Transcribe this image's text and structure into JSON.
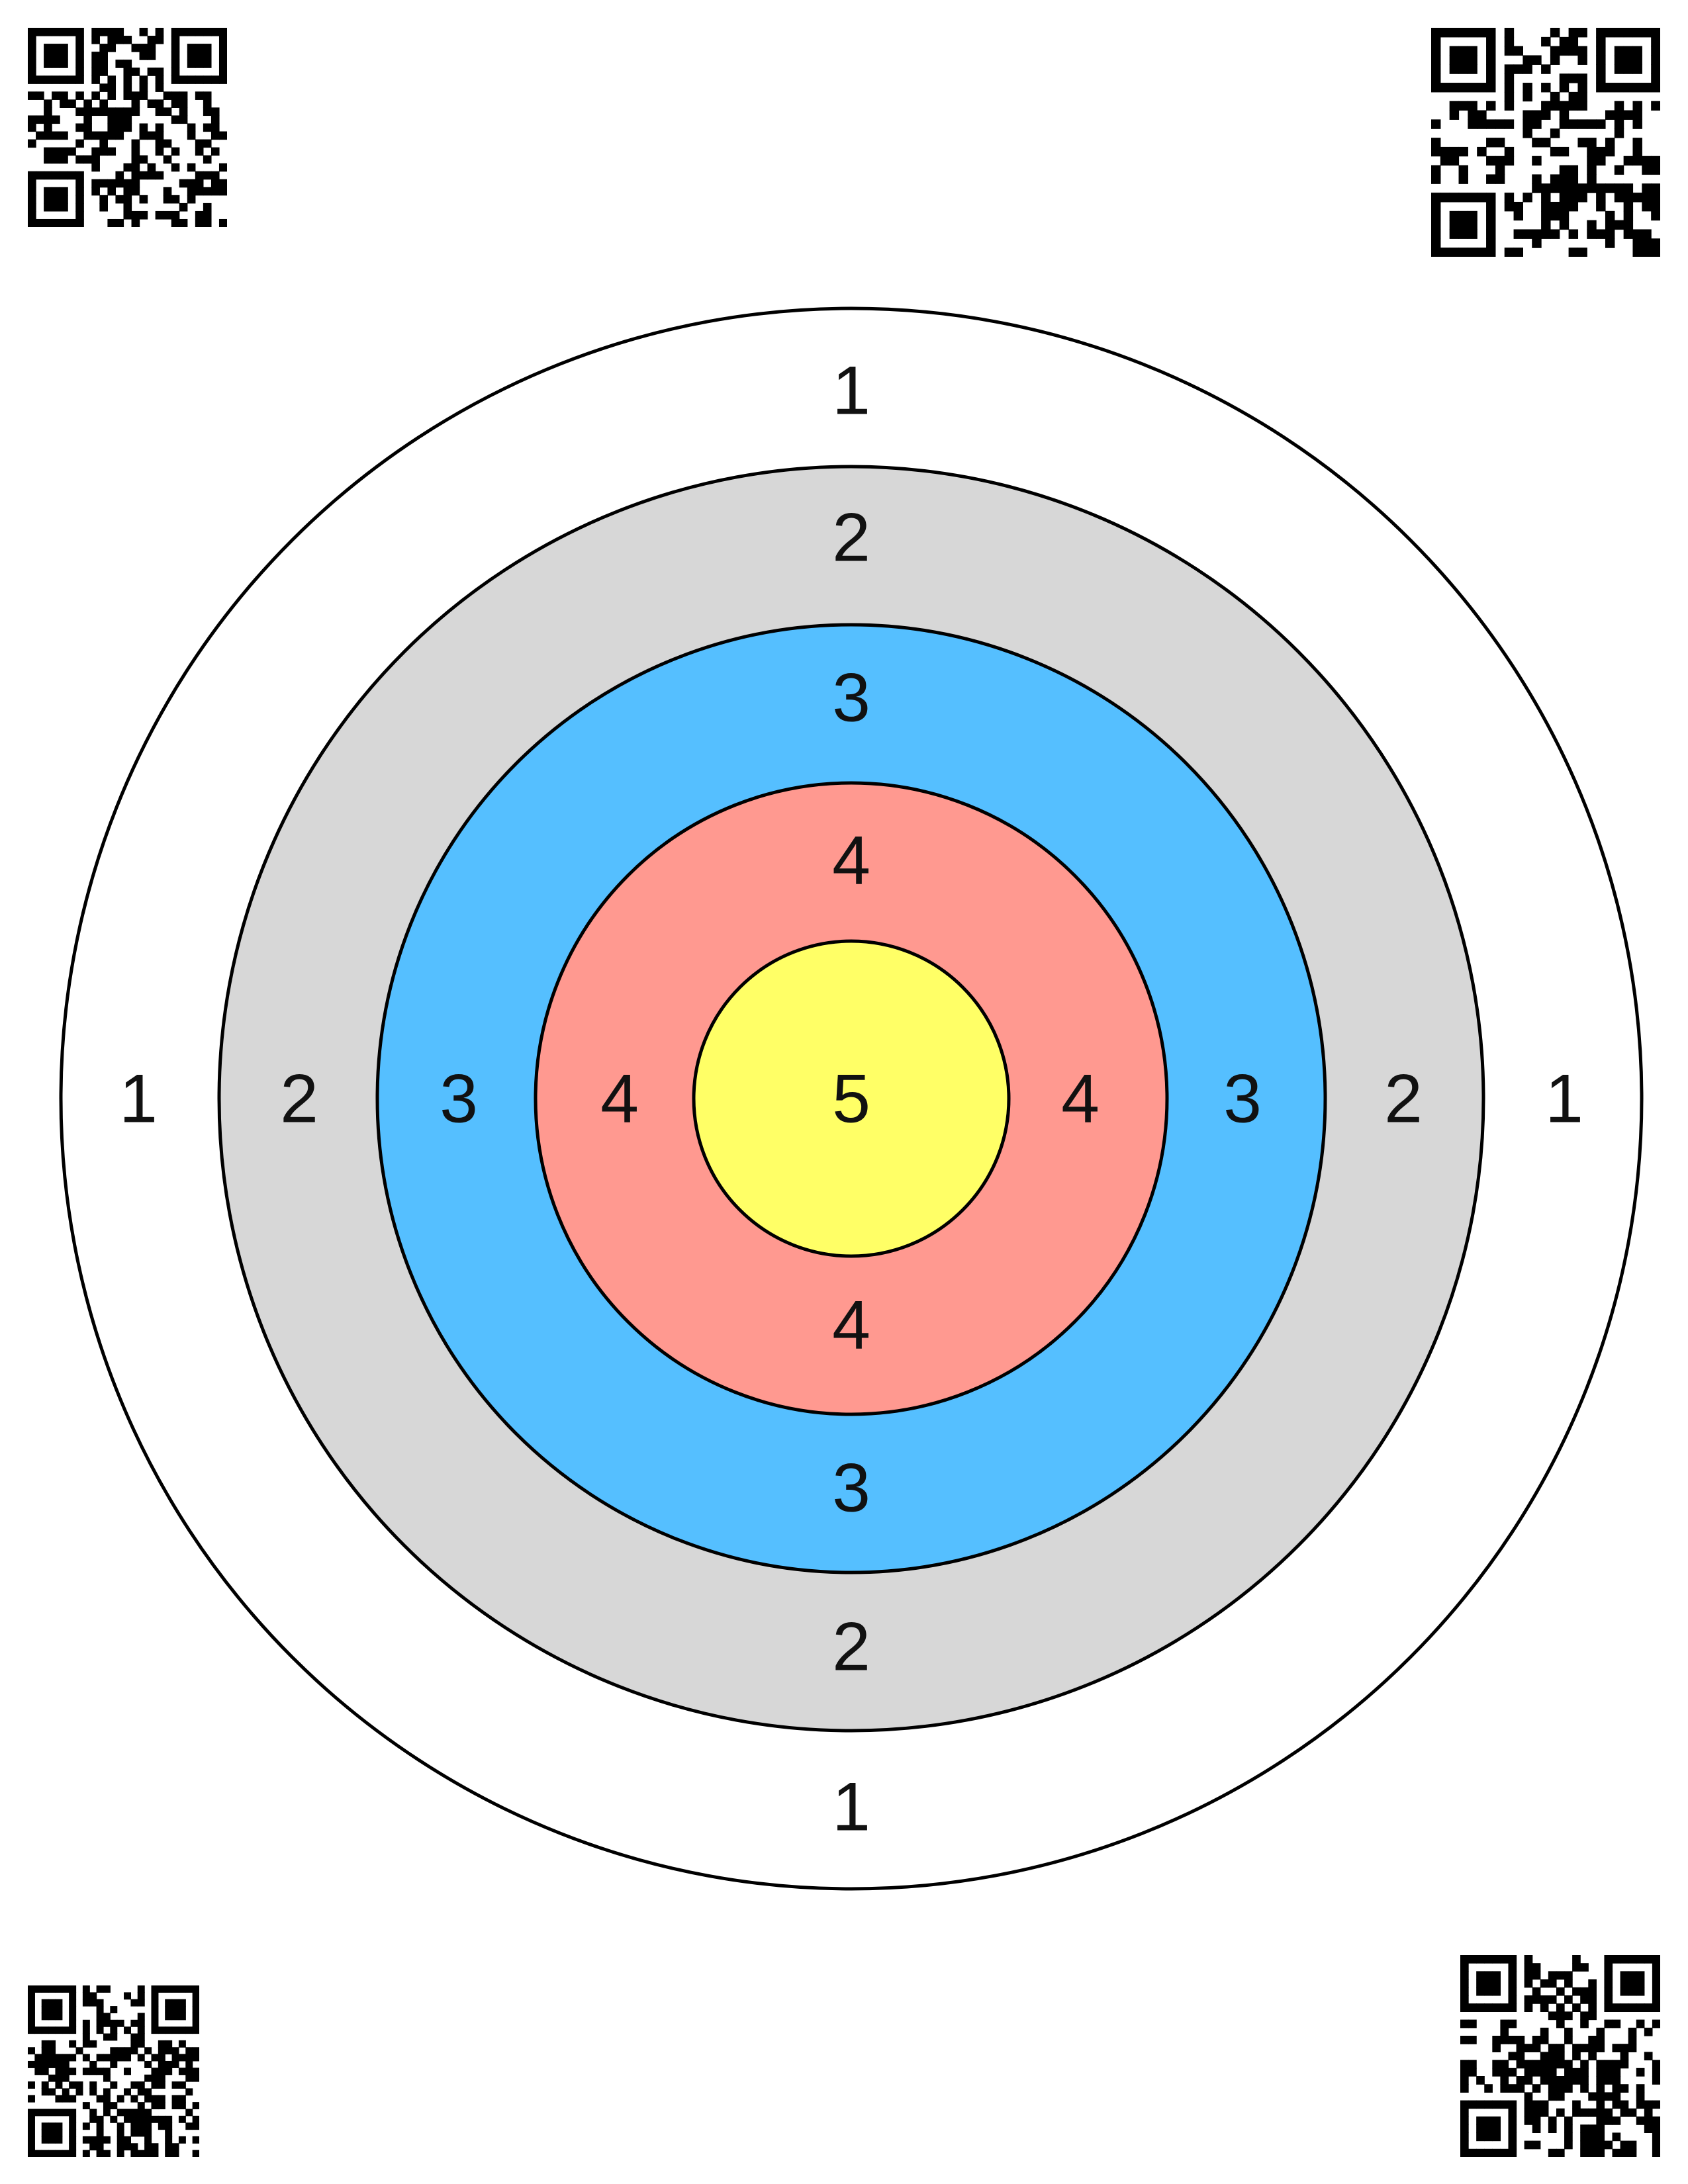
{
  "target": {
    "rings": [
      {
        "score": "1",
        "color": "#ffffff"
      },
      {
        "score": "2",
        "color": "#d7d7d7"
      },
      {
        "score": "3",
        "color": "#55bfff"
      },
      {
        "score": "4",
        "color": "#ff9990"
      },
      {
        "score": "5",
        "color": "#ffff66"
      }
    ],
    "outline_color": "#000000"
  },
  "qr_codes": [
    {
      "corner": "top-left",
      "icon": "qr-code-icon"
    },
    {
      "corner": "top-right",
      "icon": "qr-code-icon"
    },
    {
      "corner": "bottom-left",
      "icon": "qr-code-icon"
    },
    {
      "corner": "bottom-right",
      "icon": "qr-code-icon"
    }
  ]
}
